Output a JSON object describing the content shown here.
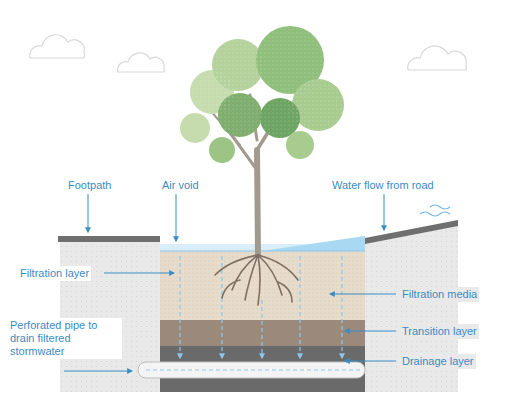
{
  "diagram": {
    "labels": [
      "Footpath",
      "Air void",
      "Water flow from road",
      "Filtration layer",
      "Filtration media",
      "Transition layer",
      "Drainage layer",
      "Perforated pipe to drain filtered stormwater"
    ]
  }
}
